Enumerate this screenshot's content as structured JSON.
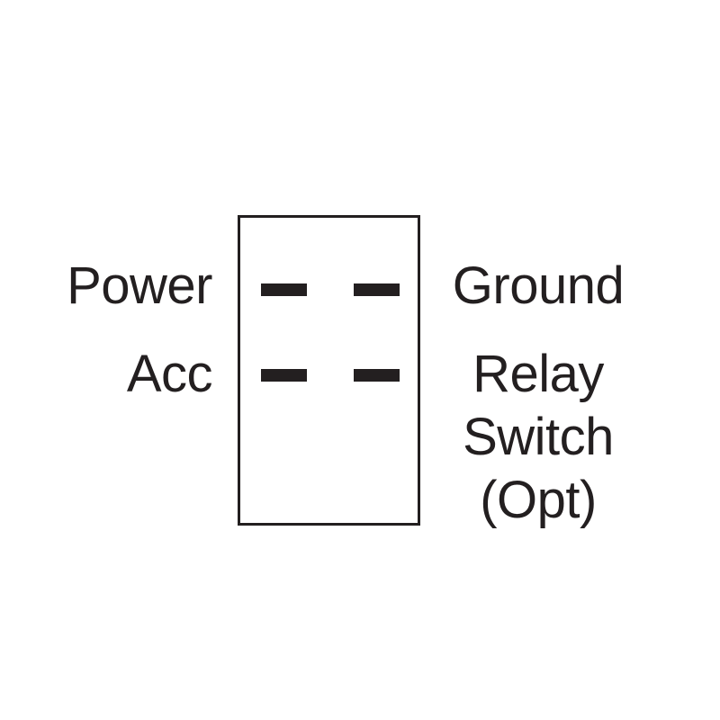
{
  "diagram": {
    "kind": "switch-terminal-wiring-diagram",
    "colors": {
      "ink": "#231f20",
      "background": "#ffffff"
    },
    "labels": {
      "power": "Power",
      "acc": "Acc",
      "ground": "Ground",
      "relay_switch_opt": [
        "Relay",
        "Switch",
        "(Opt)"
      ]
    },
    "terminals": [
      {
        "name": "power",
        "row": 1,
        "col": 1
      },
      {
        "name": "ground",
        "row": 1,
        "col": 2
      },
      {
        "name": "acc",
        "row": 2,
        "col": 1
      },
      {
        "name": "relay-switch-opt",
        "row": 2,
        "col": 2
      }
    ]
  }
}
